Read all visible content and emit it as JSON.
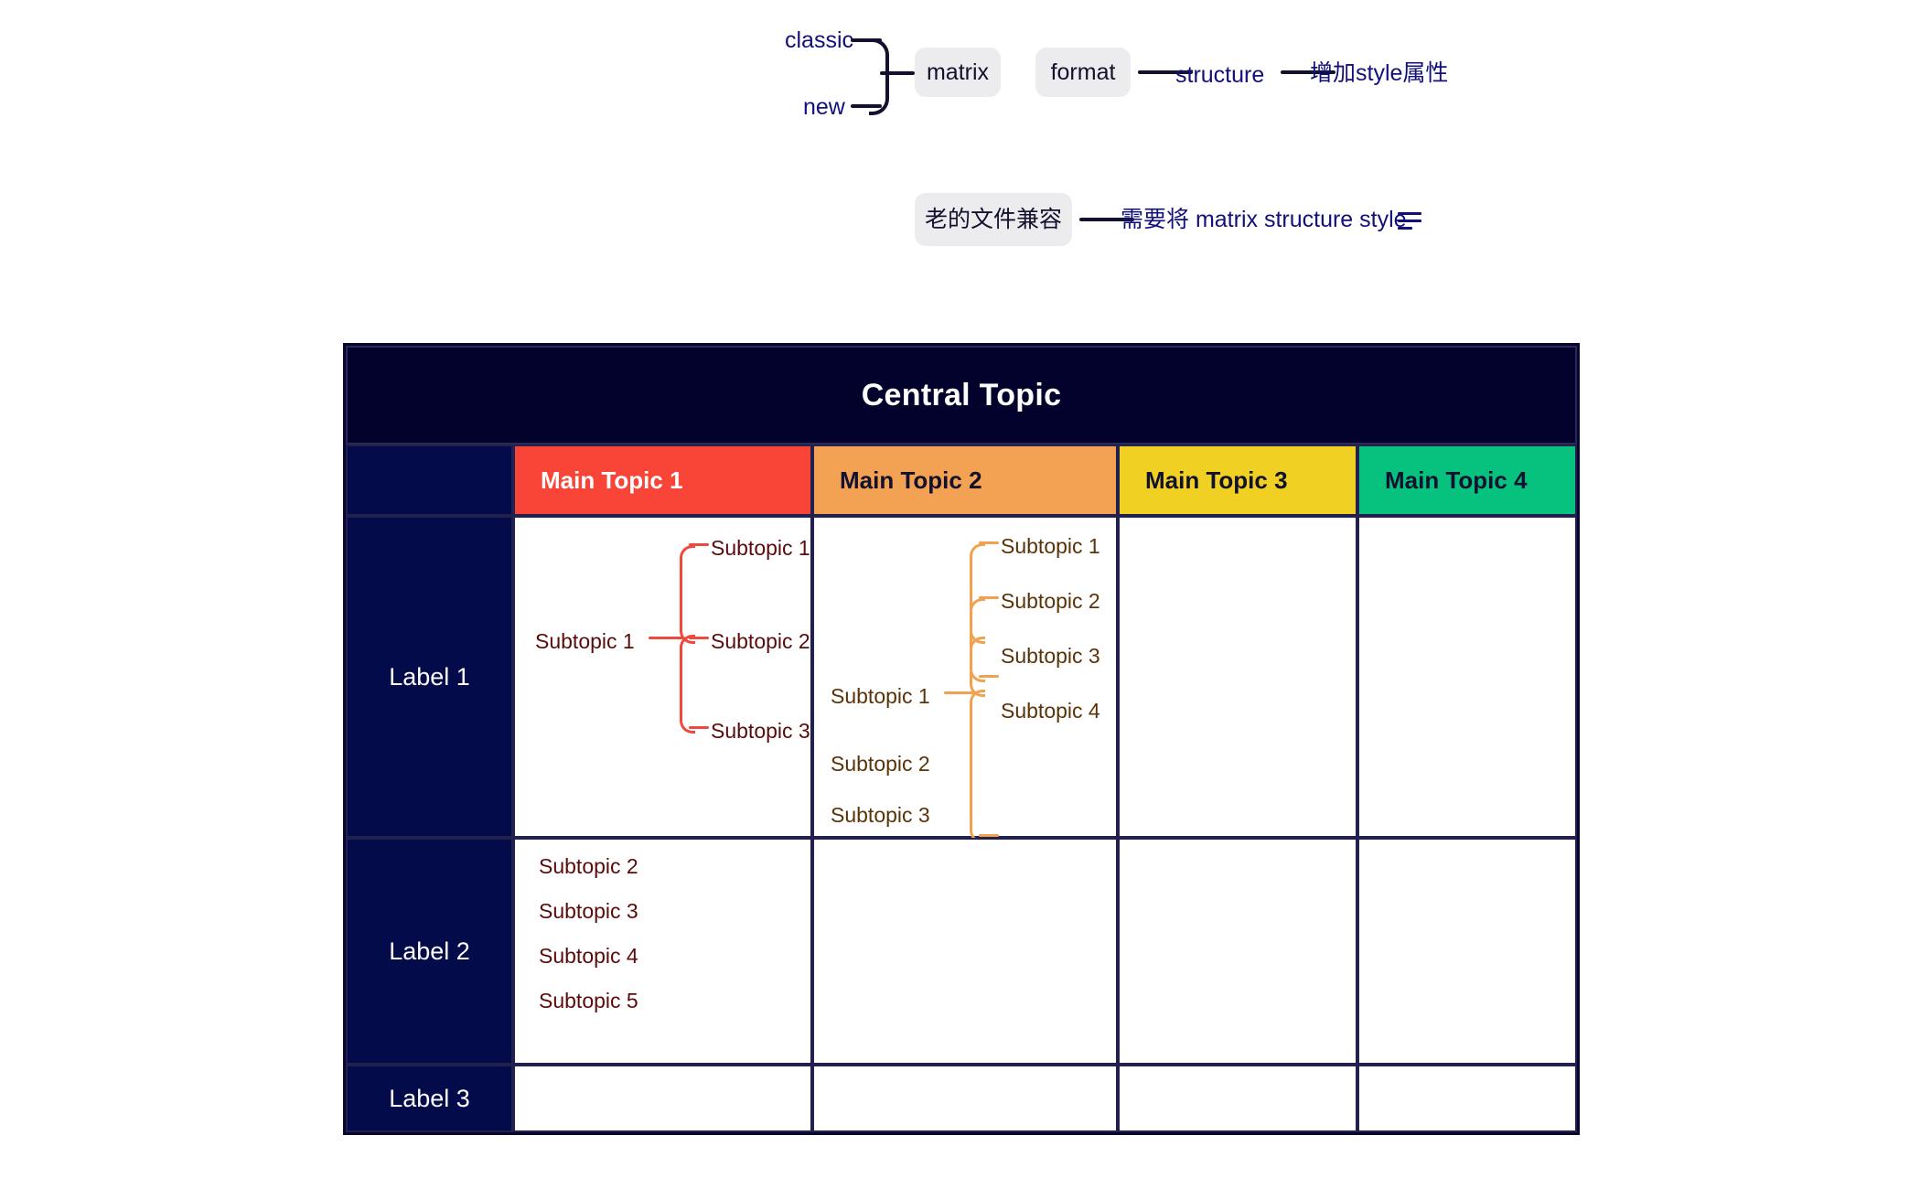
{
  "mindmap": {
    "branch_labels": {
      "classic": "classic",
      "new": "new"
    },
    "pills": {
      "matrix": "matrix",
      "format": "format",
      "legacy": "老的文件兼容"
    },
    "chain": {
      "structure": "structure",
      "style_attr": "增加style属性"
    },
    "legacy_note": "需要将 matrix structure style",
    "notes_icon_name": "notes-icon"
  },
  "matrix": {
    "central_topic": "Central Topic",
    "columns": [
      {
        "label": "",
        "color": "#040b4a"
      },
      {
        "label": "Main Topic 1",
        "color": "#f94438"
      },
      {
        "label": "Main Topic 2",
        "color": "#f3a152"
      },
      {
        "label": "Main Topic 3",
        "color": "#efd023"
      },
      {
        "label": "Main Topic 4",
        "color": "#07c27e"
      }
    ],
    "rows": [
      {
        "label": "Label 1"
      },
      {
        "label": "Label 2"
      },
      {
        "label": "Label 3"
      }
    ],
    "cell_r1c1": {
      "parent": "Subtopic 1",
      "children": [
        "Subtopic 1",
        "Subtopic 2",
        "Subtopic 3"
      ]
    },
    "cell_r1c2": {
      "parent": "Subtopic 1",
      "children": [
        "Subtopic 1",
        "Subtopic 2",
        "Subtopic 3",
        "Subtopic 4"
      ],
      "siblings": [
        "Subtopic 2",
        "Subtopic 3"
      ]
    },
    "cell_r2c1": {
      "items": [
        "Subtopic 2",
        "Subtopic 3",
        "Subtopic 4",
        "Subtopic 5"
      ]
    }
  }
}
